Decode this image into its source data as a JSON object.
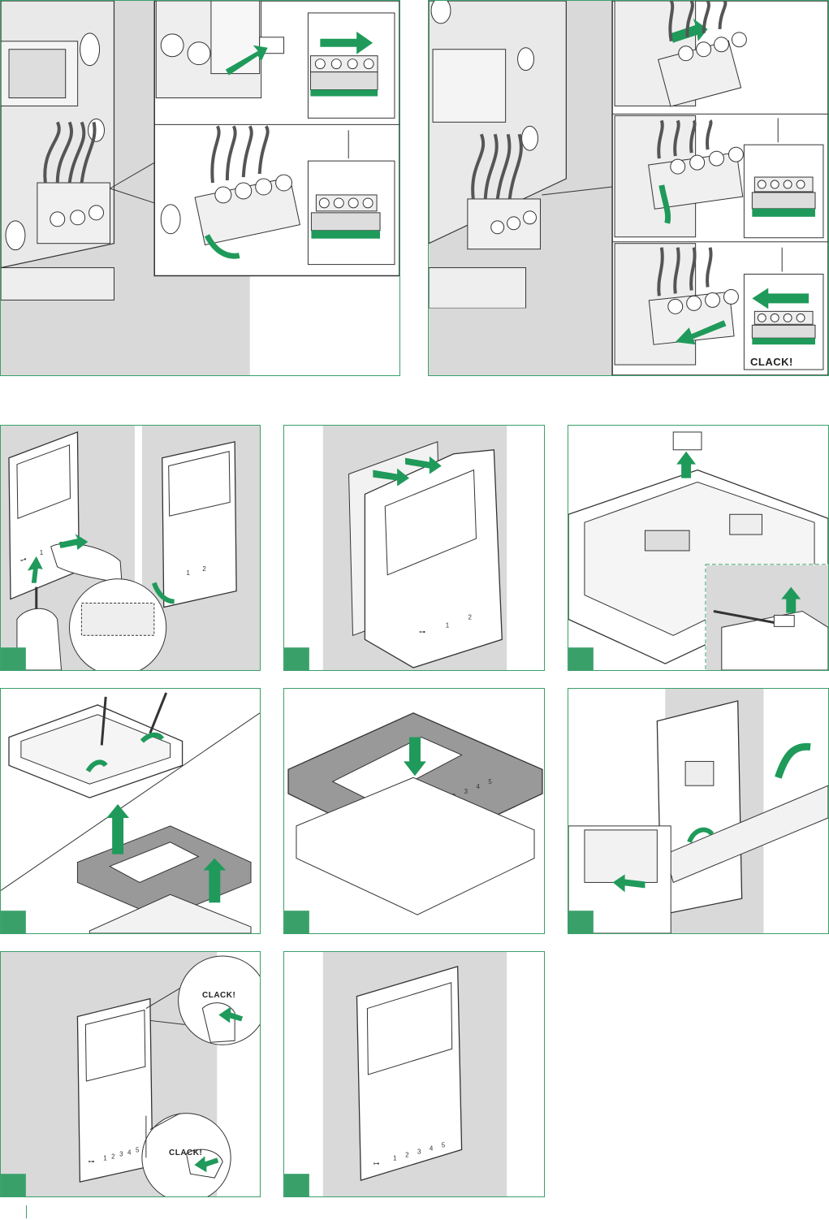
{
  "labels": {
    "clack": "CLACK!"
  },
  "keypad": {
    "two_button": [
      "1",
      "2"
    ],
    "five_button": [
      "1",
      "2",
      "3",
      "4",
      "5"
    ]
  },
  "colors": {
    "accent": "#1f9a5a",
    "panel_border": "#3aa06a",
    "background_grey": "#d9d9d9",
    "badge": "#3aa06a"
  },
  "icons": [
    "key-icon",
    "handset-icon",
    "mute-icon",
    "arrow-icon"
  ]
}
